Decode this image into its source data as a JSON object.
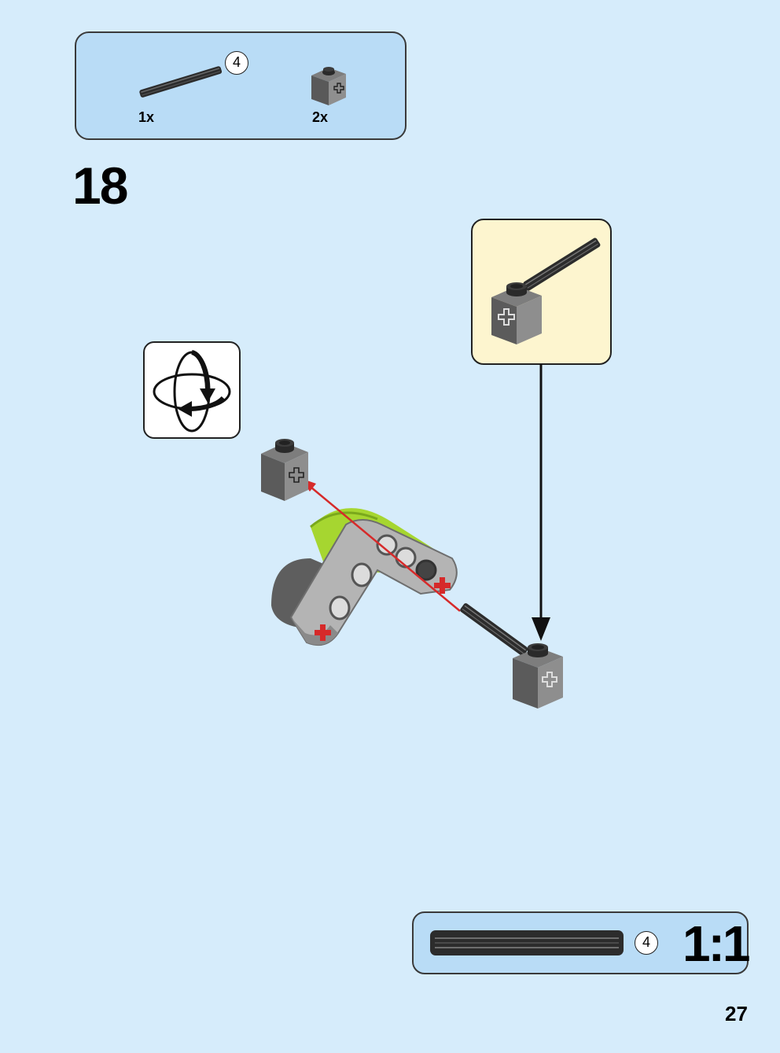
{
  "parts_list": {
    "items": [
      {
        "name": "axle",
        "length": "4",
        "qty": "1x",
        "icon": "axle-icon"
      },
      {
        "name": "brick-with-cross-hole",
        "qty": "2x",
        "icon": "cross-hole-brick-icon"
      }
    ]
  },
  "step": {
    "number": "18"
  },
  "rotate_indicator": {
    "icon": "rotate-model-icon"
  },
  "scale_reference": {
    "axle_length": "4",
    "scale": "1:1"
  },
  "page": {
    "number": "27"
  },
  "colors": {
    "background": "#d6ecfb",
    "panel": "#b9dcf6",
    "callout": "#fdf5cf",
    "lime": "#a6d630",
    "arrow_red": "#d62a2a"
  }
}
